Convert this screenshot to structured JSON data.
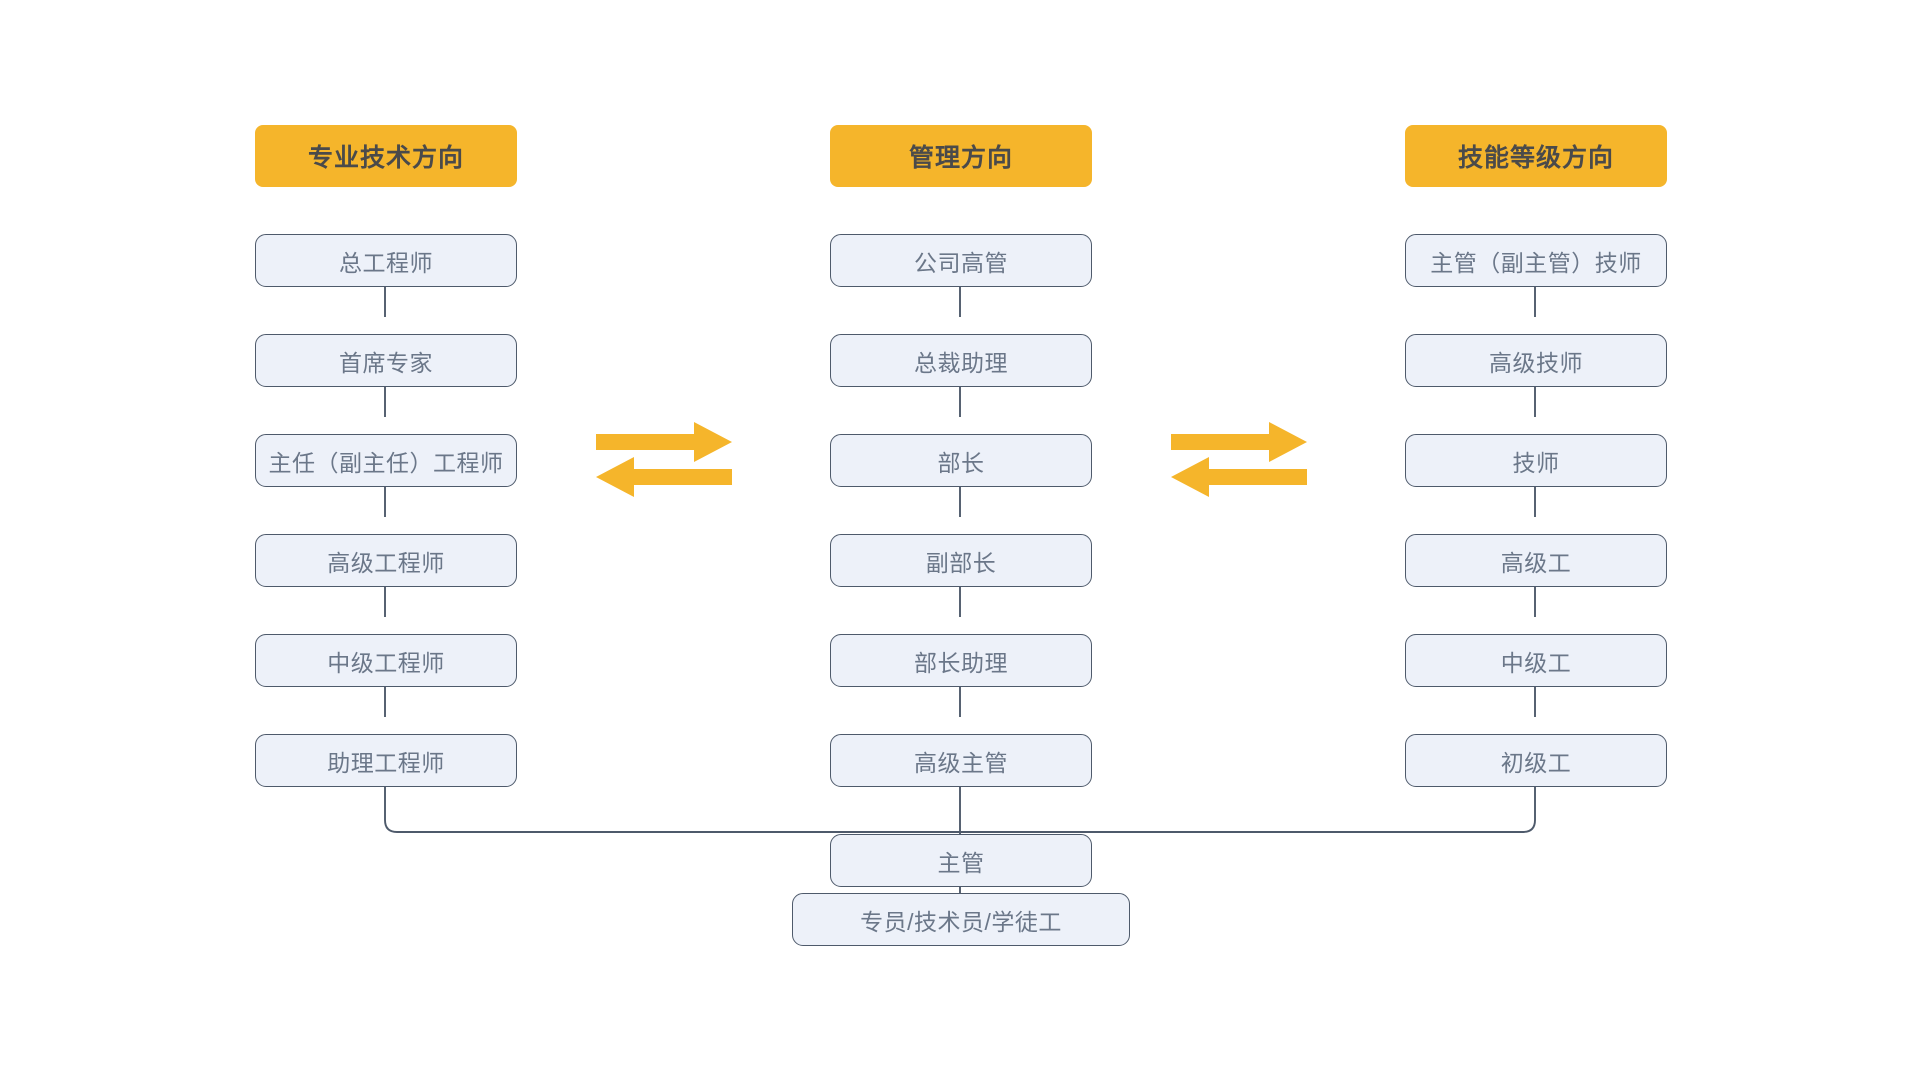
{
  "diagram": {
    "title_semantic": "career-development-dual-ladder",
    "palette": {
      "header_fill": "#F5B52B",
      "header_text": "#4a4a4a",
      "node_fill": "#EDF1F9",
      "node_border": "#4E5A6B",
      "node_text": "#6B7789",
      "connector": "#4E5A6B",
      "background": "#FFFFFF",
      "arrow_fill": "#F5B52B"
    },
    "columns": [
      {
        "id": "technical",
        "header": "专业技术方向",
        "nodes": [
          "总工程师",
          "首席专家",
          "主任（副主任）工程师",
          "高级工程师",
          "中级工程师",
          "助理工程师"
        ]
      },
      {
        "id": "management",
        "header": "管理方向",
        "nodes": [
          "公司高管",
          "总裁助理",
          "部长",
          "副部长",
          "部长助理",
          "高级主管",
          "主管"
        ]
      },
      {
        "id": "skill",
        "header": "技能等级方向",
        "nodes": [
          "主管（副主管）技师",
          "高级技师",
          "技师",
          "高级工",
          "中级工",
          "初级工"
        ]
      }
    ],
    "base_node": "专员/技术员/学徒工",
    "exchange_icons": [
      {
        "id": "exchange-left",
        "name": "bidirectional-transfer-icon"
      },
      {
        "id": "exchange-right",
        "name": "bidirectional-transfer-icon"
      }
    ]
  }
}
